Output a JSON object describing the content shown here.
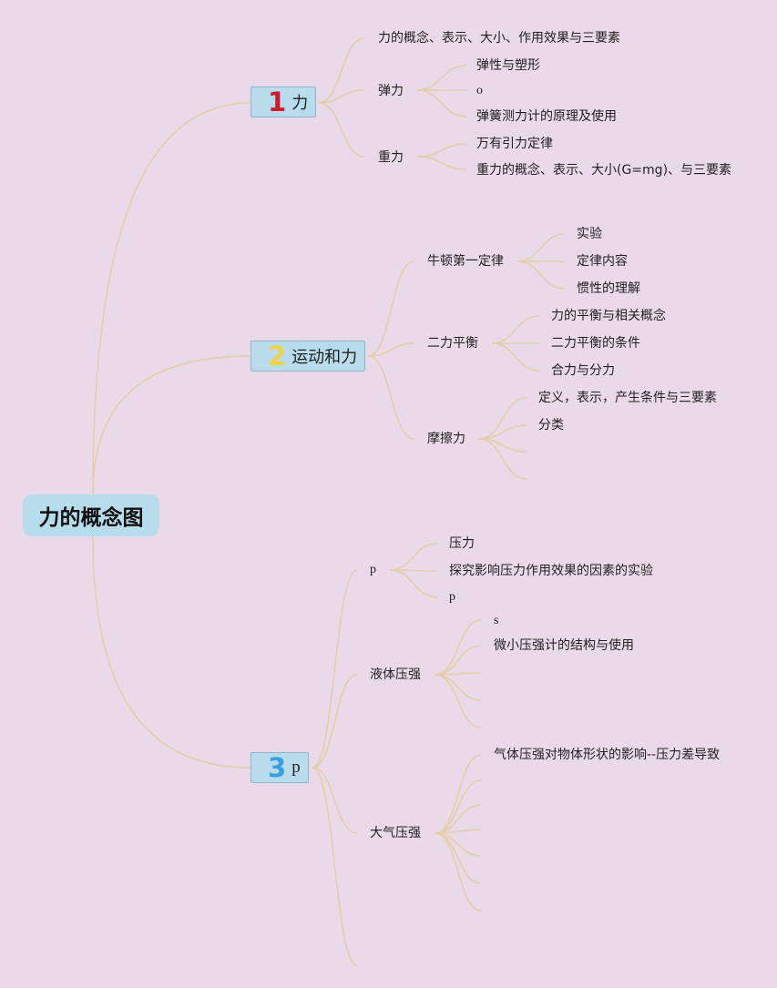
{
  "root": {
    "title": "力的概念图"
  },
  "branch1": {
    "number": "1",
    "label": "力",
    "items": {
      "concept": "力的概念、表示、大小、作用效果与三要素",
      "elastic": "弹力",
      "elastic_children": [
        "弹性与塑形",
        "o",
        "弹簧测力计的原理及使用"
      ],
      "gravity": "重力",
      "gravity_children": [
        "万有引力定律",
        "重力的概念、表示、大小(G=mg)、与三要素"
      ]
    }
  },
  "branch2": {
    "number": "2",
    "label": "运动和力",
    "items": {
      "newton": "牛顿第一定律",
      "newton_children": [
        "实验",
        "定律内容",
        "惯性的理解"
      ],
      "balance": "二力平衡",
      "balance_children": [
        "力的平衡与相关概念",
        "二力平衡的条件",
        "合力与分力"
      ],
      "friction": "摩擦力",
      "friction_children": [
        "定义，表示，产生条件与三要素",
        "分类"
      ]
    }
  },
  "branch3": {
    "number": "3",
    "label": "p",
    "items": {
      "p": "p",
      "p_children": [
        "压力",
        "探究影响压力作用效果的因素的实验",
        "p"
      ],
      "liquid": "液体压强",
      "liquid_children": [
        "s",
        "微小压强计的结构与使用"
      ],
      "gas": "大气压强",
      "gas_children": [
        "气体压强对物体形状的影响--压力差导致"
      ]
    }
  },
  "colors": {
    "background": "#ead9e8",
    "link": "#e2cfa7",
    "node_fill": "#b9dced"
  }
}
